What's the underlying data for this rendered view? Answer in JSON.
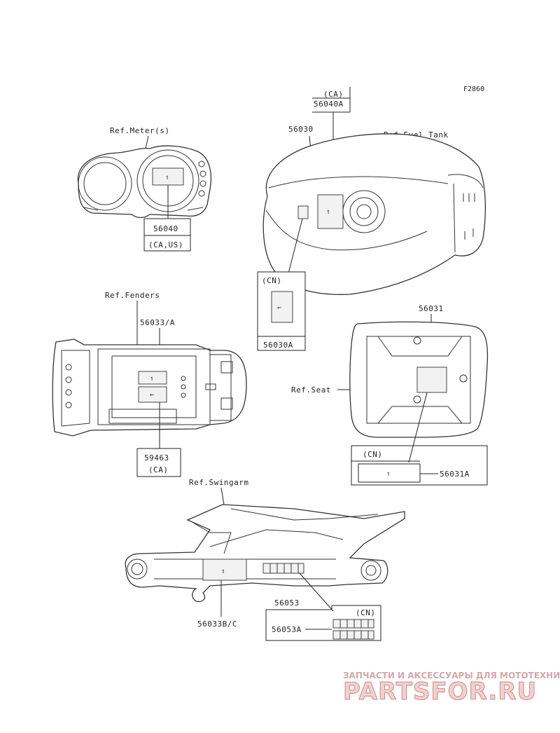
{
  "figure_code": "F2860",
  "refs": {
    "meter": "Ref.Meter(s)",
    "fuel_tank": "Ref.Fuel Tank",
    "fenders": "Ref.Fenders",
    "seat": "Ref.Seat",
    "swingarm": "Ref.Swingarm"
  },
  "parts": {
    "p56040": "56040",
    "p56040_note": "(CA,US)",
    "p56040a_note": "(CA)",
    "p56040a": "56040A",
    "p56030": "56030",
    "p56030a_note": "(CN)",
    "p56030a": "56030A",
    "p56033a": "56033/A",
    "p59463": "59463",
    "p59463_note": "(CA)",
    "p56031": "56031",
    "p56031a_note": "(CN)",
    "p56031a": "56031A",
    "p56033bc": "56033B/C",
    "p56053": "56053",
    "p56053a_note": "(CN)",
    "p56053a": "56053A"
  },
  "watermark": {
    "line1": "ЗАПЧАСТИ И АКСЕССУАРЫ ДЛЯ МОТОТЕХНИКИ",
    "line2": "PARTSFOR.RU"
  }
}
